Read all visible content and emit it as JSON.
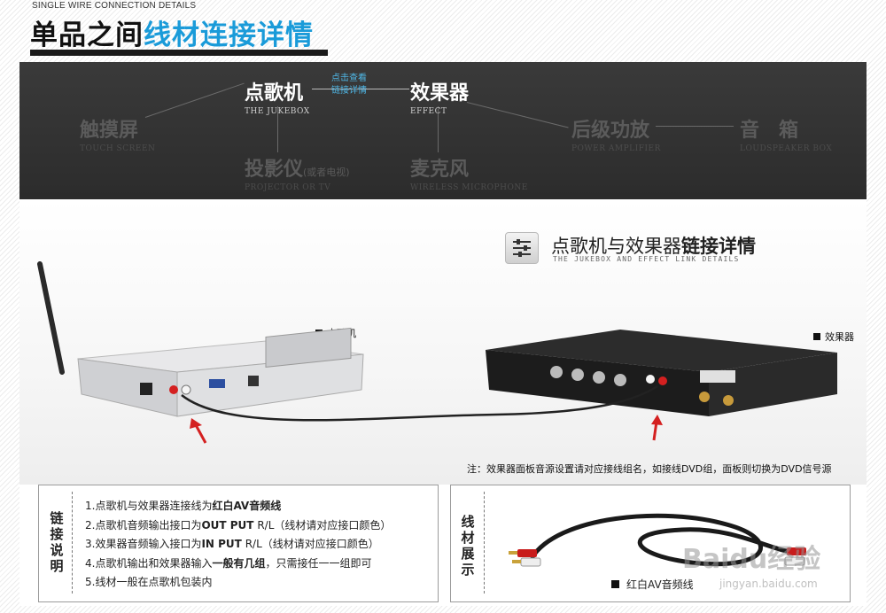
{
  "header": {
    "subtitle_en": "SINGLE WIRE CONNECTION DETAILS",
    "title_part1": "单品之间",
    "title_part2": "线材连接详情"
  },
  "topology": {
    "jukebox": {
      "zh": "点歌机",
      "en": "THE JUKEBOX"
    },
    "effect": {
      "zh": "效果器",
      "en": "EFFECT"
    },
    "touch": {
      "zh": "触摸屏",
      "en": "TOUCH SCREEN"
    },
    "projector": {
      "zh": "投影仪",
      "sub": "(或者电视)",
      "en": "PROJECTOR OR TV"
    },
    "microphone": {
      "zh": "麦克风",
      "en": "WIRELESS MICROPHONE"
    },
    "amplifier": {
      "zh": "后级功放",
      "en": "POWER AMPLIFIER"
    },
    "speaker": {
      "zh": "音　箱",
      "en": "LOUDSPEAKER BOX"
    },
    "click_line1": "点击查看",
    "click_line2": "链接详情"
  },
  "detail": {
    "title_normal": "点歌机与效果器",
    "title_bold": "链接详情",
    "title_en": "THE JUKEBOX AND EFFECT LINK DETAILS",
    "label_jukebox": "点歌机",
    "label_effect": "效果器",
    "note": "注：效果器面板音源设置请对应接线组名，如接线DVD组，面板则切换为DVD信号源"
  },
  "instructions": {
    "side_label": "链接说明",
    "items": [
      {
        "pre": "1.点歌机与效果器连接线为",
        "bold": "红白AV音频线",
        "post": ""
      },
      {
        "pre": "2.点歌机音频输出接口为",
        "bold": "OUT PUT",
        "post": " R/L（线材请对应接口颜色）"
      },
      {
        "pre": "3.效果器音频输入接口为",
        "bold": "IN PUT",
        "post": " R/L（线材请对应接口颜色）"
      },
      {
        "pre": "4.点歌机输出和效果器输入",
        "bold": "一般有几组",
        "post": "，只需接任一一组即可"
      },
      {
        "pre": "5.线材一般在点歌机包装内",
        "bold": "",
        "post": ""
      }
    ]
  },
  "cable": {
    "side_label": "线材展示",
    "caption": "红白AV音频线"
  },
  "watermark": {
    "brand": "Baidu经验",
    "url": "jingyan.baidu.com"
  },
  "colors": {
    "accent_blue": "#1a9bd9",
    "dark_band": "#2e2e2e",
    "arrow_red": "#d42020"
  }
}
